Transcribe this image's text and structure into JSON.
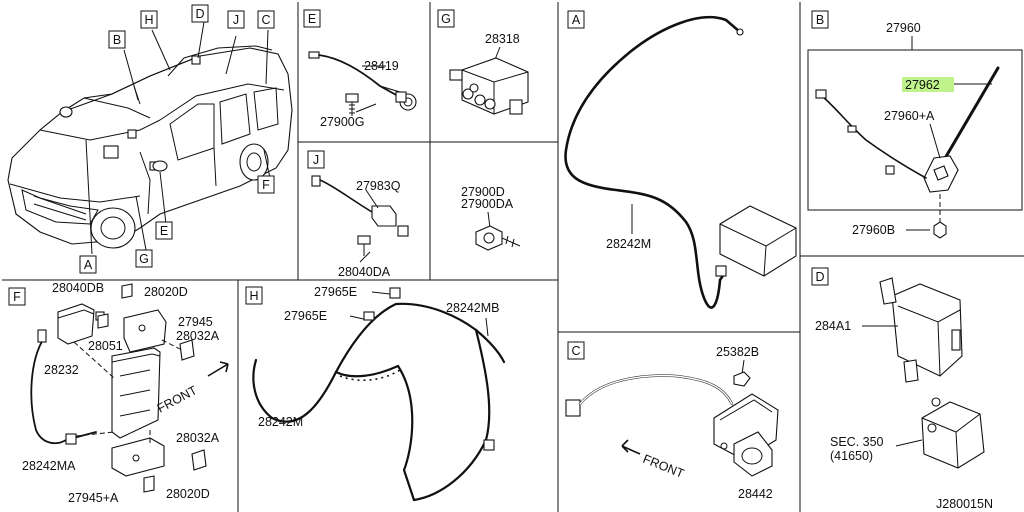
{
  "diagram_code": "J280015N",
  "overview": {
    "callouts": [
      "H",
      "D",
      "J",
      "C",
      "B",
      "F",
      "E",
      "G",
      "A"
    ]
  },
  "panel_E": {
    "letter": "E",
    "parts": [
      "28419",
      "27900G"
    ]
  },
  "panel_G": {
    "letter": "G",
    "parts": [
      "28318"
    ]
  },
  "panel_J": {
    "letter": "J",
    "parts": [
      "27983Q",
      "28040DA"
    ]
  },
  "panel_bolt": {
    "parts": [
      "27900D",
      "27900DA"
    ]
  },
  "panel_A": {
    "letter": "A",
    "parts": [
      "28242M"
    ]
  },
  "panel_B": {
    "letter": "B",
    "parts": [
      "27960",
      "27962",
      "27960+A",
      "27960B"
    ],
    "highlighted": "27962",
    "highlight_color": "#bff28a"
  },
  "panel_F": {
    "letter": "F",
    "parts": [
      "28040DB",
      "28020D",
      "27945",
      "28032A",
      "28051",
      "28232",
      "28032A",
      "28242MA",
      "27945+A",
      "28020D"
    ],
    "front": "FRONT"
  },
  "panel_H": {
    "letter": "H",
    "parts": [
      "27965E",
      "28242MB",
      "27965E",
      "28242M"
    ]
  },
  "panel_C": {
    "letter": "C",
    "parts": [
      "25382B",
      "28442"
    ],
    "front": "FRONT"
  },
  "panel_D": {
    "letter": "D",
    "parts": [
      "284A1",
      "SEC. 350",
      "(41650)"
    ]
  }
}
